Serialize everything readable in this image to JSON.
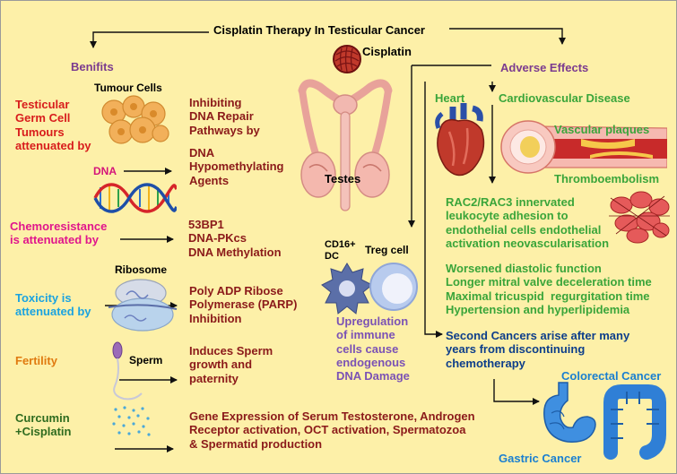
{
  "title": "Cisplatin Therapy In Testicular Cancer",
  "cisplatin_label": "Cisplatin",
  "testes_label": "Testes",
  "benefits": {
    "heading": "Benifits",
    "tumour_cells_label": "Tumour Cells",
    "germ_cell": "Testicular\nGerm Cell\nTumours\nattenuated by",
    "inhibit_dna_repair": "Inhibiting\nDNA Repair\nPathways by",
    "dna_label": "DNA",
    "dna_hypomethylating": "DNA\nHypomethylating\nAgents",
    "chemoresistance": "Chemoresistance\nis attenuated by",
    "chemo_targets": "53BP1\nDNA-PKcs\nDNA Methylation",
    "ribosome_label": "Ribosome",
    "toxicity": "Toxicity is\nattenuated by",
    "parp": "Poly ADP Ribose\nPolymerase (PARP)\nInhibition",
    "fertility": "Fertility",
    "sperm_label": "Sperm",
    "sperm_effect": "Induces Sperm\ngrowth and\npaternity",
    "curcumin": "Curcumin\n+Cisplatin",
    "gene_expression": "Gene Expression of Serum Testosterone, Androgen\nReceptor activation, OCT activation, Spermatozoa\n& Spermatid production"
  },
  "immune": {
    "cd16_label": "CD16+\nDC",
    "treg_label": "Treg cell",
    "upregulation": "Upregulation\nof immune\ncells cause\nendogenous\nDNA Damage"
  },
  "adverse": {
    "heading": "Adverse Effects",
    "heart_label": "Heart",
    "cardio": "Cardiovascular Disease",
    "vascular_plaques": "Vascular plaques",
    "thromboembolism": "Thromboembolism",
    "rac": "RAC2/RAC3 innervated\nleukocyte adhesion to\nendothelial cells endothelial\nactivation neovascularisation",
    "diastolic": "Worsened diastolic function\nLonger mitral valve deceleration time\nMaximal tricuspid  regurgitation time\nHypertension and hyperlipidemia",
    "second_cancers": "Second Cancers arise after many\nyears from discontinuing\nchemotherapy",
    "colorectal": "Colorectal Cancer",
    "gastric": "Gastric Cancer"
  },
  "colors": {
    "background": "#fdf0a8",
    "heading_purple": "#7b3b8f",
    "benefit_red": "#d81c1c",
    "effect_darkred": "#8b1a1a",
    "dna_magenta": "#d4147a",
    "chemo_pink": "#e0168c",
    "toxicity_blue": "#1ba3e0",
    "fertility_orange": "#e07a10",
    "curcumin_green": "#2e6b1f",
    "cardio_green": "#3aa53a",
    "upreg_purple": "#7b52b5",
    "second_blue": "#0d3e8a",
    "cancer_blue": "#1a7fd0"
  }
}
